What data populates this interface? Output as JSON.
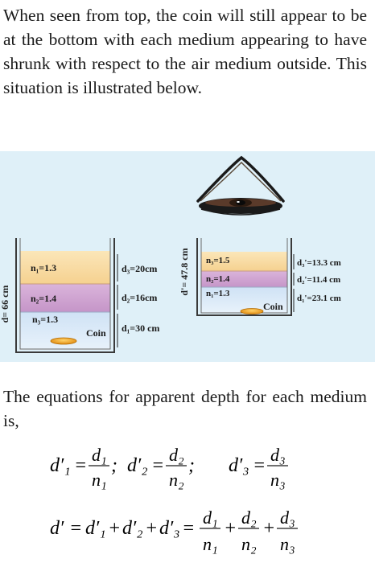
{
  "paragraph_1": "When seen from top, the coin will still appear to be at the bottom with each medium appearing to have shrunk with respect to the air medium outside. This situation is illustrated below.",
  "paragraph_2": "The equations for apparent depth for each medium is,",
  "figure": {
    "left_total_depth": "d= 66 cm",
    "right_total_depth": "d'= 47.8 cm",
    "left_layers": [
      {
        "n": "n₁=1.3",
        "d": "d₃=20cm",
        "color": "#f8dca3"
      },
      {
        "n": "n₂=1.4",
        "d": "d₂=16cm",
        "color": "#cfa2d0"
      },
      {
        "n": "n₃=1.3",
        "d": "d₁=30 cm",
        "color": "#bcd8f2"
      }
    ],
    "right_layers": [
      {
        "n": "n₃=1.5",
        "d": "d₃'=13.3 cm",
        "color": "#f8dca3"
      },
      {
        "n": "n₂=1.4",
        "d": "d₂'=11.4 cm",
        "color": "#cfa2d0"
      },
      {
        "n": "n₁=1.3",
        "d": "d₁'=23.1 cm",
        "color": "#bcd8f2"
      }
    ],
    "coin_label": "Coin",
    "colors": {
      "coin": "#f0a020",
      "eye": "#1a1a1a",
      "container": "#3a3a3a"
    }
  },
  "equations": {
    "sym_d1p": "d′₁",
    "sym_d2p": "d′₂",
    "sym_d3p": "d′₃",
    "sym_dp": "d′",
    "num_d1": "d₁",
    "num_d2": "d₂",
    "num_d3": "d₃",
    "den_n1": "n₁",
    "den_n2": "n₂",
    "den_n3": "n₃",
    "eq_sign": "=",
    "plus": "+",
    "semicolon": ";"
  }
}
